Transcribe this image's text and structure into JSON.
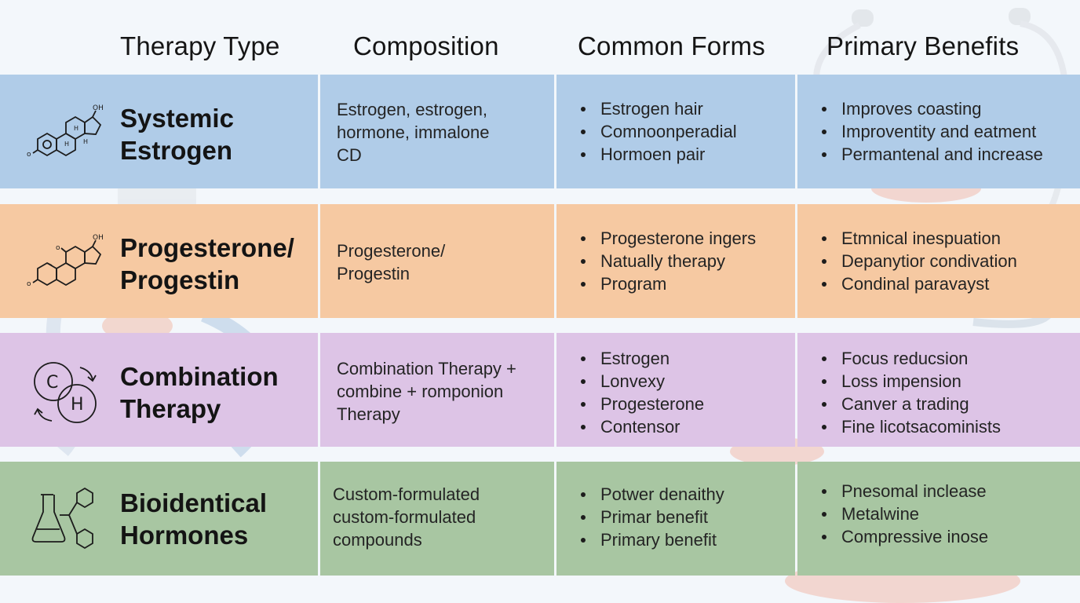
{
  "header": {
    "col_type": "Therapy Type",
    "col_composition": "Composition",
    "col_forms": "Common Forms",
    "col_benefits": "Primary Benefits"
  },
  "colors": {
    "background": "#f3f7fb",
    "row_estrogen": "#b0cce8",
    "row_progesterone": "#f6c9a2",
    "row_combination": "#ddc4e6",
    "row_bioidentical": "#a8c6a2"
  },
  "rows": [
    {
      "icon": "steroid-molecule-icon",
      "icon_label": "OH",
      "name_lines": [
        "Systemic",
        "Estrogen"
      ],
      "composition_lines": [
        "Estrogen, estrogen,",
        "hormone, immalone",
        "CD"
      ],
      "forms": [
        "Estrogen hair",
        "Comnoonperadial",
        "Hormoen pair"
      ],
      "benefits": [
        "Improves coasting",
        "Improventity and eatment",
        "Permantenal and increase"
      ]
    },
    {
      "icon": "steroid-molecule-icon",
      "icon_label": "OH",
      "name_lines": [
        "Progesterone/",
        "Progestin"
      ],
      "composition_lines": [
        "Progesterone/",
        "Progestin"
      ],
      "forms": [
        "Progesterone ingers",
        "Natually therapy",
        "Program"
      ],
      "benefits": [
        "Etmnical inespuation",
        "Depanytior condivation",
        "Condinal paravayst"
      ]
    },
    {
      "icon": "combination-circles-icon",
      "icon_label_1": "C",
      "icon_label_2": "H",
      "name_lines": [
        "Combination",
        "Therapy"
      ],
      "composition_lines": [
        "Combination Therapy +",
        "combine + romponion",
        "Therapy"
      ],
      "forms": [
        "Estrogen",
        "Lonvexy",
        "Progesterone",
        "Contensor"
      ],
      "benefits": [
        "Focus reducsion",
        "Loss impension",
        "Canver a trading",
        "Fine licotsacominists"
      ]
    },
    {
      "icon": "flask-molecule-icon",
      "name_lines": [
        "Bioidentical",
        "Hormones"
      ],
      "composition_lines": [
        "Custom-formulated",
        "custom-formulated",
        "compounds"
      ],
      "forms": [
        "Potwer denaithy",
        "Primar benefit",
        "Primary benefit"
      ],
      "benefits": [
        "Pnesomal inclease",
        "Metalwine",
        "Compressive inose"
      ]
    }
  ]
}
